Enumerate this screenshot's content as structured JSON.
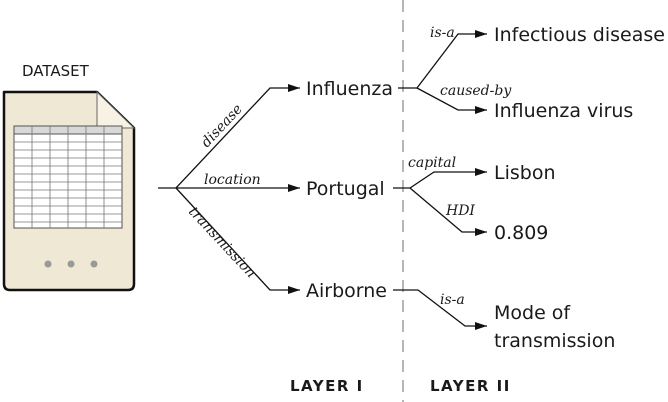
{
  "dataset": {
    "label": "DATASET"
  },
  "layers": {
    "layer1": "LAYER I",
    "layer2": "LAYER II"
  },
  "layer1_edges": {
    "disease": "disease",
    "location": "location",
    "transmission": "transmission"
  },
  "layer1_nodes": {
    "influenza": "Influenza",
    "portugal": "Portugal",
    "airborne": "Airborne"
  },
  "layer2_edges": {
    "is_a_1": "is-a",
    "caused_by": "caused-by",
    "capital": "capital",
    "hdi": "HDI",
    "is_a_2": "is-a"
  },
  "layer2_nodes": {
    "infectious_disease": "Infectious disease",
    "influenza_virus": "Influenza virus",
    "lisbon": "Lisbon",
    "hdi_value": "0.809",
    "mode_line1": "Mode of",
    "mode_line2": "transmission"
  }
}
